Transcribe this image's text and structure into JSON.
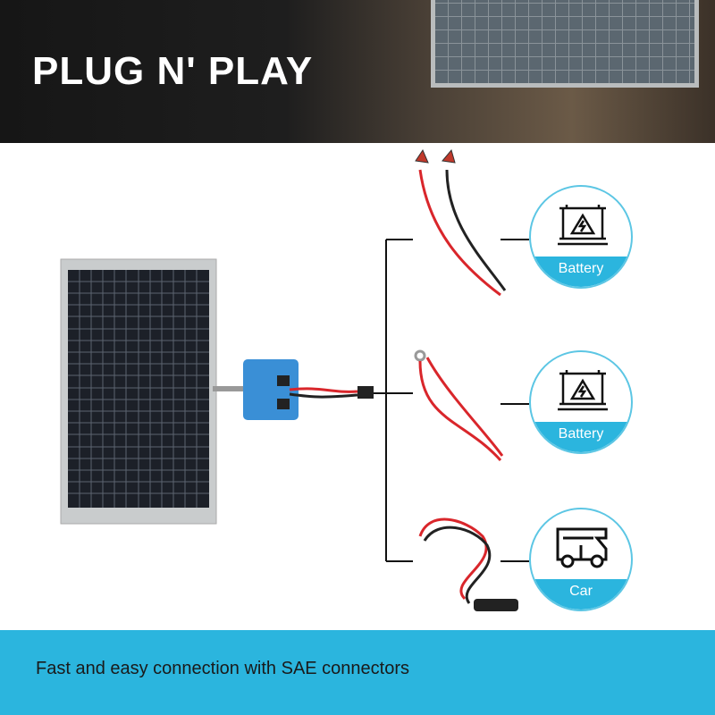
{
  "header": {
    "title": "PLUG N' PLAY"
  },
  "outputs": [
    {
      "label": "Battery",
      "icon": "battery-icon"
    },
    {
      "label": "Battery",
      "icon": "battery-icon"
    },
    {
      "label": "Car",
      "icon": "rv-icon"
    }
  ],
  "footer": {
    "caption": "Fast and easy connection with SAE connectors"
  },
  "colors": {
    "accent": "#2bb5de",
    "cable_red": "#d9262b",
    "controller": "#3a8fd6"
  }
}
